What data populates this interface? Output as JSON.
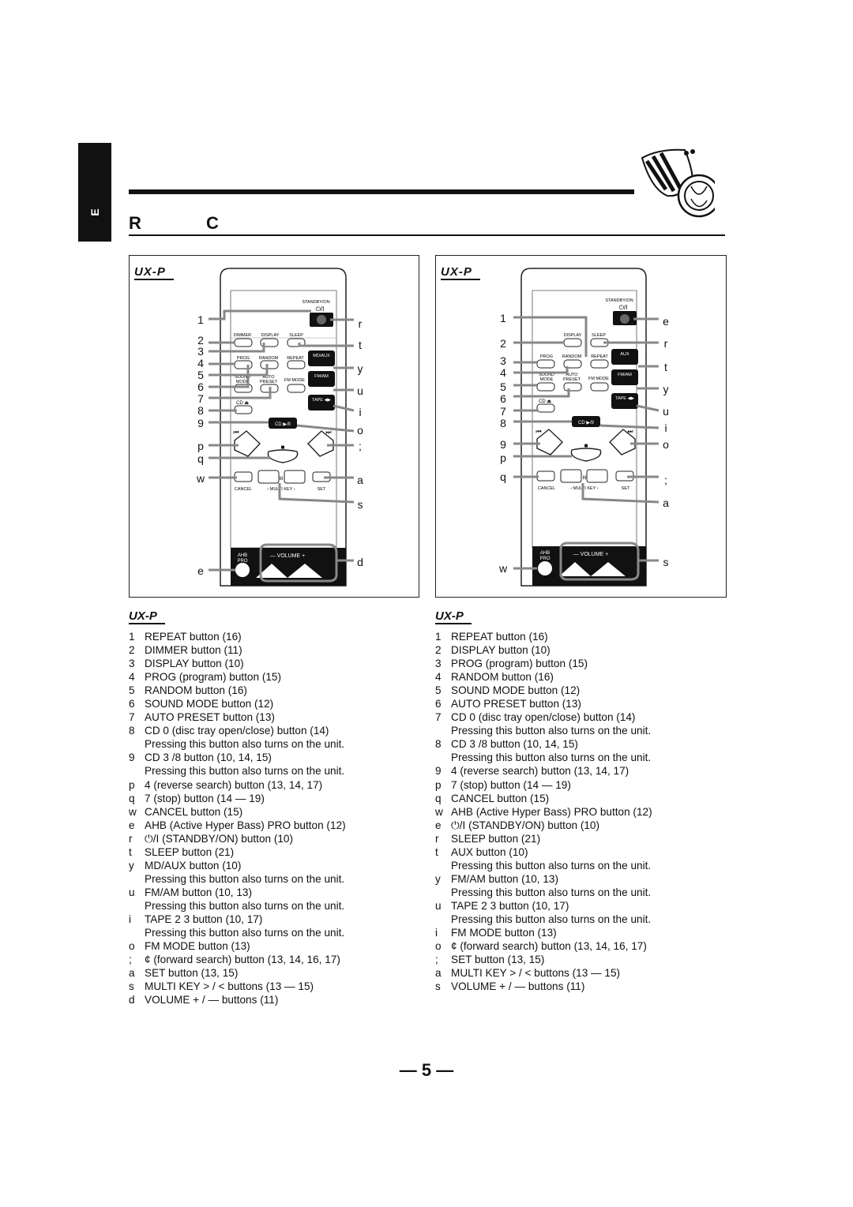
{
  "sidebar": {
    "tab_label": "E"
  },
  "header": {
    "title": "R C"
  },
  "remotes": [
    {
      "model": "UX-P",
      "labels": {
        "standby": "STANDBY/ON",
        "dimmer": "DIMMER",
        "display": "DISPLAY",
        "sleep": "SLEEP",
        "prog": "PROG",
        "random": "RANDOM",
        "repeat": "REPEAT",
        "mdaux": "MD/AUX",
        "sound_mode": "SOUND MODE",
        "auto_preset": "AUTO PRESET",
        "fm_mode": "FM MODE",
        "fmam": "FM/AM",
        "cd_eject": "CD ⏏",
        "tape": "TAPE ◀▶",
        "cd_play": "CD ▶/II",
        "cancel": "CANCEL",
        "multi_key": "MULTI KEY",
        "set": "SET",
        "ahb": "AHB PRO",
        "volume": "VOLUME"
      },
      "callouts_left": [
        "1",
        "2",
        "3",
        "4",
        "5",
        "6",
        "7",
        "8",
        "9",
        "p",
        "q",
        "w",
        "e"
      ],
      "callouts_right": [
        "r",
        "t",
        "y",
        "u",
        "i",
        "o",
        ";",
        "a",
        "s",
        "d"
      ]
    },
    {
      "model": "UX-P",
      "labels": {
        "standby": "STANDBY/ON",
        "display": "DISPLAY",
        "sleep": "SLEEP",
        "prog": "PROG",
        "random": "RANDOM",
        "repeat": "REPEAT",
        "aux": "AUX",
        "sound_mode": "SOUND MODE",
        "auto_preset": "AUTO PRESET",
        "fm_mode": "FM MODE",
        "fmam": "FM/AM",
        "cd_eject": "CD ⏏",
        "tape": "TAPE ◀▶",
        "cd_play": "CD ▶/II",
        "cancel": "CANCEL",
        "multi_key": "MULTI KEY",
        "set": "SET",
        "ahb": "AHB PRO",
        "volume": "VOLUME"
      },
      "callouts_left": [
        "1",
        "2",
        "3",
        "4",
        "5",
        "6",
        "7",
        "8",
        "9",
        "p",
        "q",
        "w"
      ],
      "callouts_right": [
        "e",
        "r",
        "t",
        "y",
        "u",
        "i",
        "o",
        ";",
        "a",
        "s"
      ]
    }
  ],
  "legend_left": {
    "heading": "UX-P",
    "items": [
      {
        "key": "1",
        "text": "REPEAT button (16)"
      },
      {
        "key": "2",
        "text": "DIMMER button (11)"
      },
      {
        "key": "3",
        "text": "DISPLAY button (10)"
      },
      {
        "key": "4",
        "text": "PROG (program) button (15)"
      },
      {
        "key": "5",
        "text": "RANDOM button (16)"
      },
      {
        "key": "6",
        "text": "SOUND MODE button (12)"
      },
      {
        "key": "7",
        "text": "AUTO PRESET button (13)"
      },
      {
        "key": "8",
        "text": "CD 0  (disc tray open/close) button (14)",
        "note": "Pressing this button also turns on the unit."
      },
      {
        "key": "9",
        "text": "CD 3 /8  button (10, 14, 15)",
        "note": "Pressing this button also turns on the unit."
      },
      {
        "key": "p",
        "text": "4     (reverse search) button (13, 14, 17)"
      },
      {
        "key": "q",
        "text": "7  (stop) button (14 — 19)"
      },
      {
        "key": "w",
        "text": "CANCEL button (15)"
      },
      {
        "key": "e",
        "text": "AHB (Active Hyper Bass) PRO button (12)"
      },
      {
        "key": "r",
        "text": "⏻/I  (STANDBY/ON) button (10)"
      },
      {
        "key": "t",
        "text": "SLEEP button (21)"
      },
      {
        "key": "y",
        "text": "MD/AUX button (10)",
        "note": "Pressing this button also turns on the unit."
      },
      {
        "key": "u",
        "text": "FM/AM button (10, 13)",
        "note": "Pressing this button also turns on the unit."
      },
      {
        "key": "i",
        "text": "TAPE 2  3  button (10, 17)",
        "note": "Pressing this button also turns on the unit."
      },
      {
        "key": "o",
        "text": "FM MODE button (13)"
      },
      {
        "key": ";",
        "text": "¢     (forward search) button (13, 14, 16, 17)"
      },
      {
        "key": "a",
        "text": "SET button (13, 15)"
      },
      {
        "key": "s",
        "text": "MULTI KEY > / < buttons (13 — 15)"
      },
      {
        "key": "d",
        "text": "VOLUME + / — buttons (11)"
      }
    ]
  },
  "legend_right": {
    "heading": "UX-P",
    "items": [
      {
        "key": "1",
        "text": "REPEAT button (16)"
      },
      {
        "key": "2",
        "text": "DISPLAY button (10)"
      },
      {
        "key": "3",
        "text": "PROG (program) button (15)"
      },
      {
        "key": "4",
        "text": "RANDOM button (16)"
      },
      {
        "key": "5",
        "text": "SOUND MODE button (12)"
      },
      {
        "key": "6",
        "text": "AUTO PRESET button (13)"
      },
      {
        "key": "7",
        "text": "CD 0  (disc tray open/close) button (14)",
        "note": "Pressing this button also turns on the unit."
      },
      {
        "key": "8",
        "text": "CD 3 /8  button (10, 14, 15)",
        "note": "Pressing this button also turns on the unit."
      },
      {
        "key": "9",
        "text": "4     (reverse search) button (13, 14, 17)"
      },
      {
        "key": "p",
        "text": "7  (stop) button (14 — 19)"
      },
      {
        "key": "q",
        "text": "CANCEL button (15)"
      },
      {
        "key": "w",
        "text": "AHB (Active Hyper Bass) PRO button (12)"
      },
      {
        "key": "e",
        "text": "⏻/I  (STANDBY/ON) button (10)"
      },
      {
        "key": "r",
        "text": "SLEEP button (21)"
      },
      {
        "key": "t",
        "text": "AUX button  (10)",
        "note": "Pressing this button also turns on the unit."
      },
      {
        "key": "y",
        "text": "FM/AM button (10, 13)",
        "note": "Pressing this button also turns on the unit."
      },
      {
        "key": "u",
        "text": "TAPE 2  3  button (10, 17)",
        "note": "Pressing this button also turns on the unit."
      },
      {
        "key": "i",
        "text": "FM MODE button (13)"
      },
      {
        "key": "o",
        "text": "¢     (forward search) button (13, 14, 16, 17)"
      },
      {
        "key": ";",
        "text": "SET button (13, 15)"
      },
      {
        "key": "a",
        "text": "MULTI KEY > / < buttons (13 — 15)"
      },
      {
        "key": "s",
        "text": "VOLUME + / — buttons (11)"
      }
    ]
  },
  "footer": {
    "page_number": "— 5 —"
  }
}
